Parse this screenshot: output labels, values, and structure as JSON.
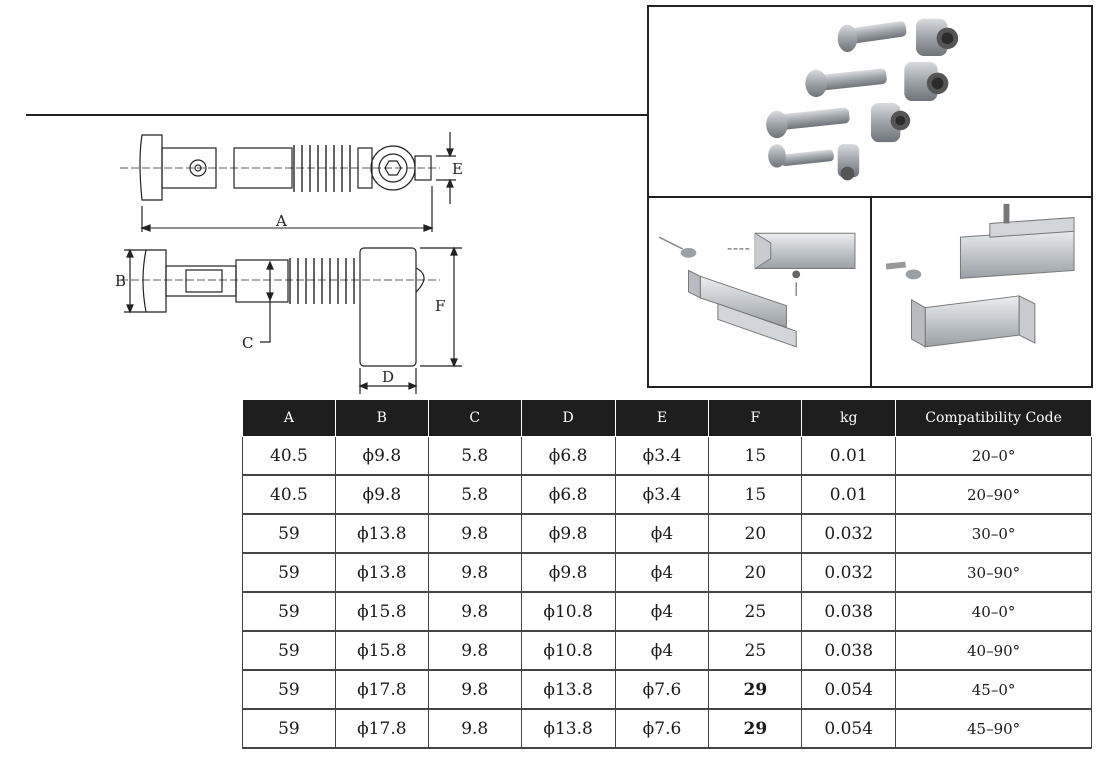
{
  "drawing": {
    "labels": {
      "a": "A",
      "b": "B",
      "c": "C",
      "d": "D",
      "e": "E",
      "f": "F"
    }
  },
  "table": {
    "headers": [
      "A",
      "B",
      "C",
      "D",
      "E",
      "F",
      "kg",
      "Compatibility Code"
    ],
    "rows": [
      [
        "40.5",
        "ϕ9.8",
        "5.8",
        "ϕ6.8",
        "ϕ3.4",
        "15",
        "0.01",
        "20–0°"
      ],
      [
        "40.5",
        "ϕ9.8",
        "5.8",
        "ϕ6.8",
        "ϕ3.4",
        "15",
        "0.01",
        "20–90°"
      ],
      [
        "59",
        "ϕ13.8",
        "9.8",
        "ϕ9.8",
        "ϕ4",
        "20",
        "0.032",
        "30–0°"
      ],
      [
        "59",
        "ϕ13.8",
        "9.8",
        "ϕ9.8",
        "ϕ4",
        "20",
        "0.032",
        "30–90°"
      ],
      [
        "59",
        "ϕ15.8",
        "9.8",
        "ϕ10.8",
        "ϕ4",
        "25",
        "0.038",
        "40–0°"
      ],
      [
        "59",
        "ϕ15.8",
        "9.8",
        "ϕ10.8",
        "ϕ4",
        "25",
        "0.038",
        "40–90°"
      ],
      [
        "59",
        "ϕ17.8",
        "9.8",
        "ϕ13.8",
        "ϕ7.6",
        "29",
        "0.054",
        "45–0°"
      ],
      [
        "59",
        "ϕ17.8",
        "9.8",
        "ϕ13.8",
        "ϕ7.6",
        "29",
        "0.054",
        "45–90°"
      ]
    ]
  }
}
